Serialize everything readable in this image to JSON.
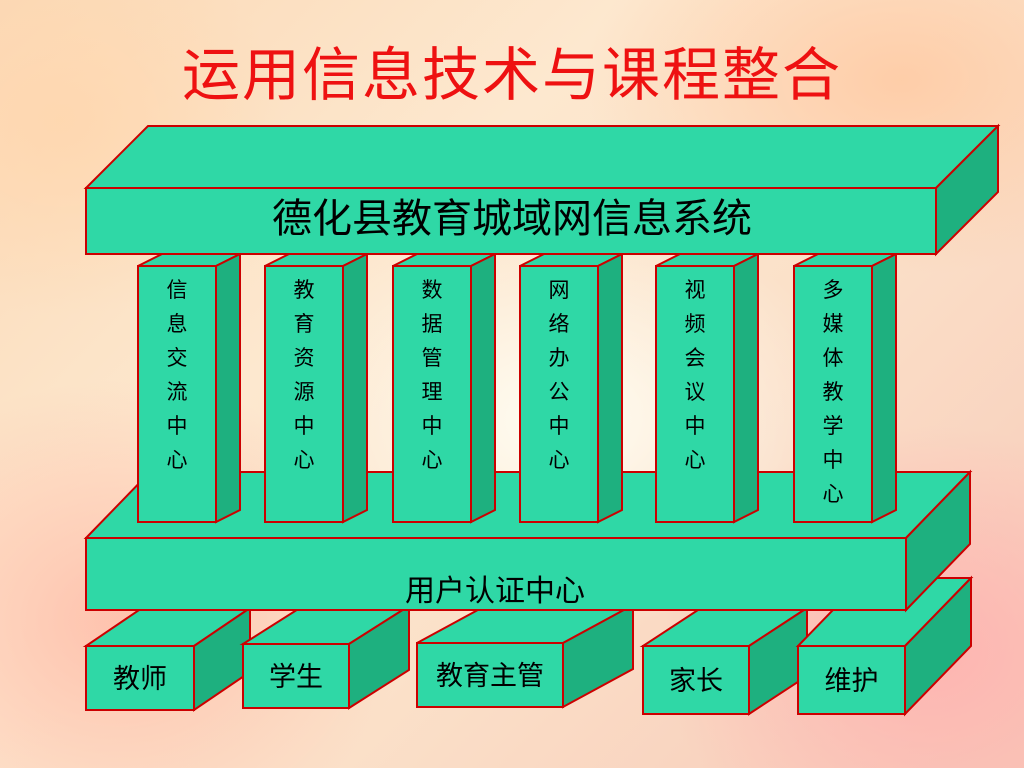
{
  "title": "运用信息技术与课程整合",
  "top_beam": {
    "label": "德化县教育城域网信息系统"
  },
  "pillars": [
    {
      "label": "信息交流中心"
    },
    {
      "label": "教育资源中心"
    },
    {
      "label": "数据管理中心"
    },
    {
      "label": "网络办公中心"
    },
    {
      "label": "视频会议中心"
    },
    {
      "label": "多媒体教学中心"
    }
  ],
  "base_beam": {
    "label": "用户认证中心"
  },
  "users": [
    {
      "label": "教师"
    },
    {
      "label": "学生"
    },
    {
      "label": "教育主管"
    },
    {
      "label": "家长"
    },
    {
      "label": "维护"
    }
  ],
  "colors": {
    "title": "#ee1111",
    "block_front": "#2fd8a6",
    "block_top": "#2fd8a6",
    "block_side": "#1eb07f",
    "outline": "#cc0000",
    "beam_text": "#1111cc"
  }
}
